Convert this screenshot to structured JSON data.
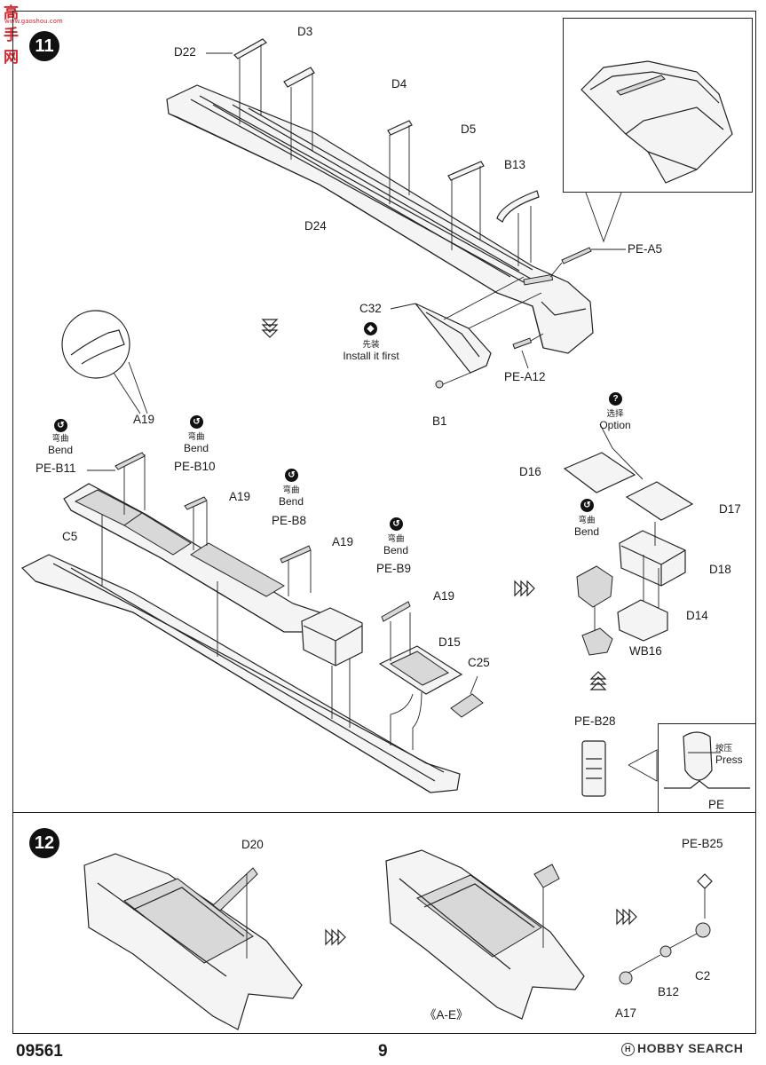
{
  "header": {
    "logo_text": "高手网",
    "logo_url_text": "www.gaoshou.com"
  },
  "steps": [
    {
      "number": "11"
    },
    {
      "number": "12"
    }
  ],
  "parts_step11": {
    "d22": "D22",
    "d3": "D3",
    "d4": "D4",
    "d5": "D5",
    "b13": "B13",
    "d24": "D24",
    "pe_a5": "PE-A5",
    "c32": "C32",
    "pe_a12": "PE-A12",
    "b1": "B1",
    "a19_1": "A19",
    "a19_2": "A19",
    "a19_3": "A19",
    "a19_4": "A19",
    "pe_b11": "PE-B11",
    "pe_b10": "PE-B10",
    "pe_b8": "PE-B8",
    "pe_b9": "PE-B9",
    "c5": "C5",
    "d15": "D15",
    "c25": "C25",
    "d16": "D16",
    "d17": "D17",
    "d18": "D18",
    "d14": "D14",
    "wb16": "WB16",
    "pe_b28": "PE-B28",
    "pe": "PE"
  },
  "parts_step12": {
    "d20": "D20",
    "pe_b25": "PE-B25",
    "c2": "C2",
    "b12": "B12",
    "a17": "A17",
    "ref_note": "《A-E》"
  },
  "notes": {
    "install_first_cn": "先装",
    "install_first_en": "Install it first",
    "bend_cn": "弯曲",
    "bend_en": "Bend",
    "option_cn": "选择",
    "option_en": "Option",
    "press_cn": "按压",
    "press_en": "Press"
  },
  "footer": {
    "kit_number": "09561",
    "page_number": "9",
    "watermark": "HOBBY SEARCH"
  },
  "colors": {
    "ink": "#1a1a1a",
    "logo_red": "#d8262e",
    "background": "#ffffff"
  }
}
